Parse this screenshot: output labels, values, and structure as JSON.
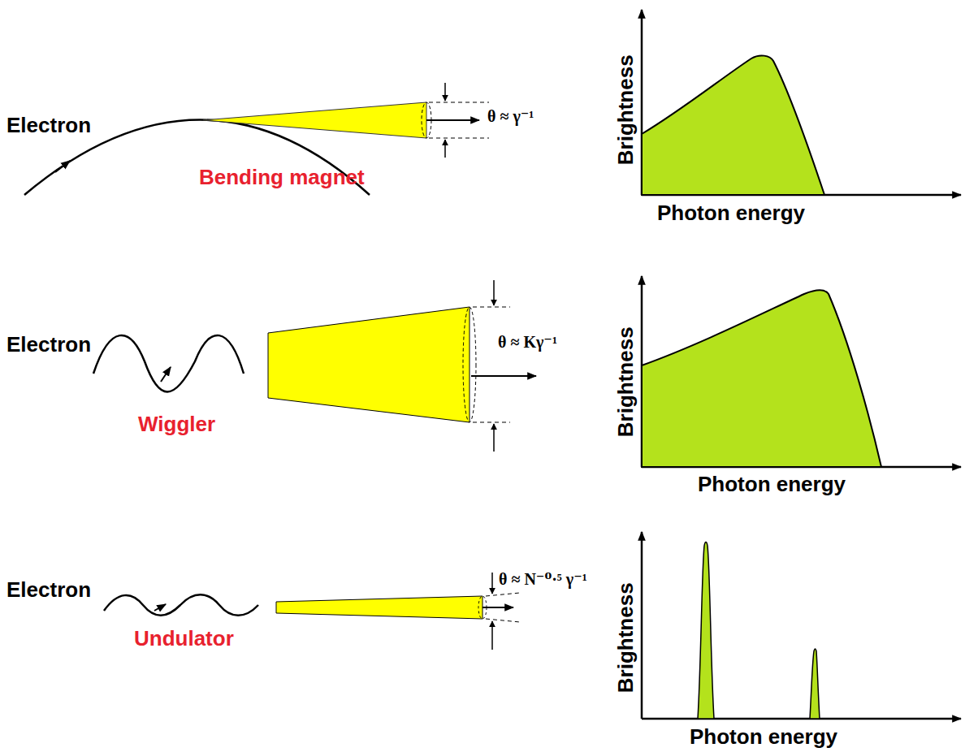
{
  "diagram": {
    "labels": [
      "Electron",
      "Bending magnet",
      "θ ≈ γ⁻¹",
      "Brightness",
      "Photon energy",
      "Electron",
      "Wiggler",
      "θ ≈ Kγ⁻¹",
      "Brightness",
      "Photon energy",
      "Electron",
      "Undulator",
      "θ ≈ N⁻⁰·⁵ γ⁻¹",
      "Brightness",
      "Photon energy"
    ]
  }
}
